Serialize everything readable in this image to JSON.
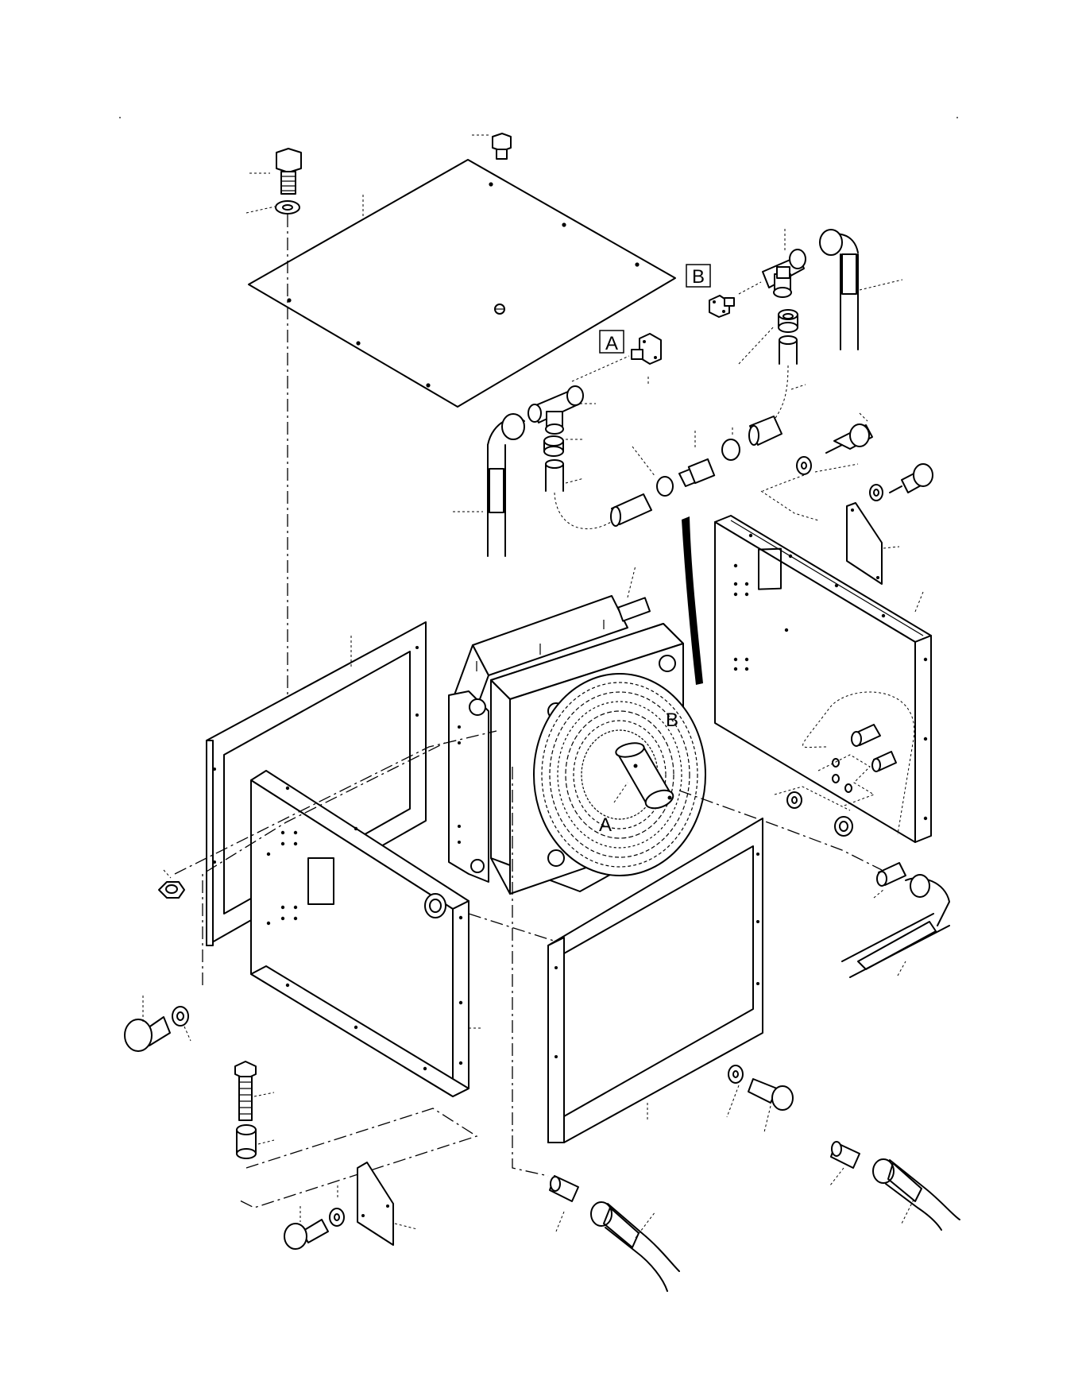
{
  "diagram": {
    "callouts": {
      "a_box": "A",
      "b_box": "B",
      "a_fan": "A",
      "b_fan": "B"
    }
  }
}
